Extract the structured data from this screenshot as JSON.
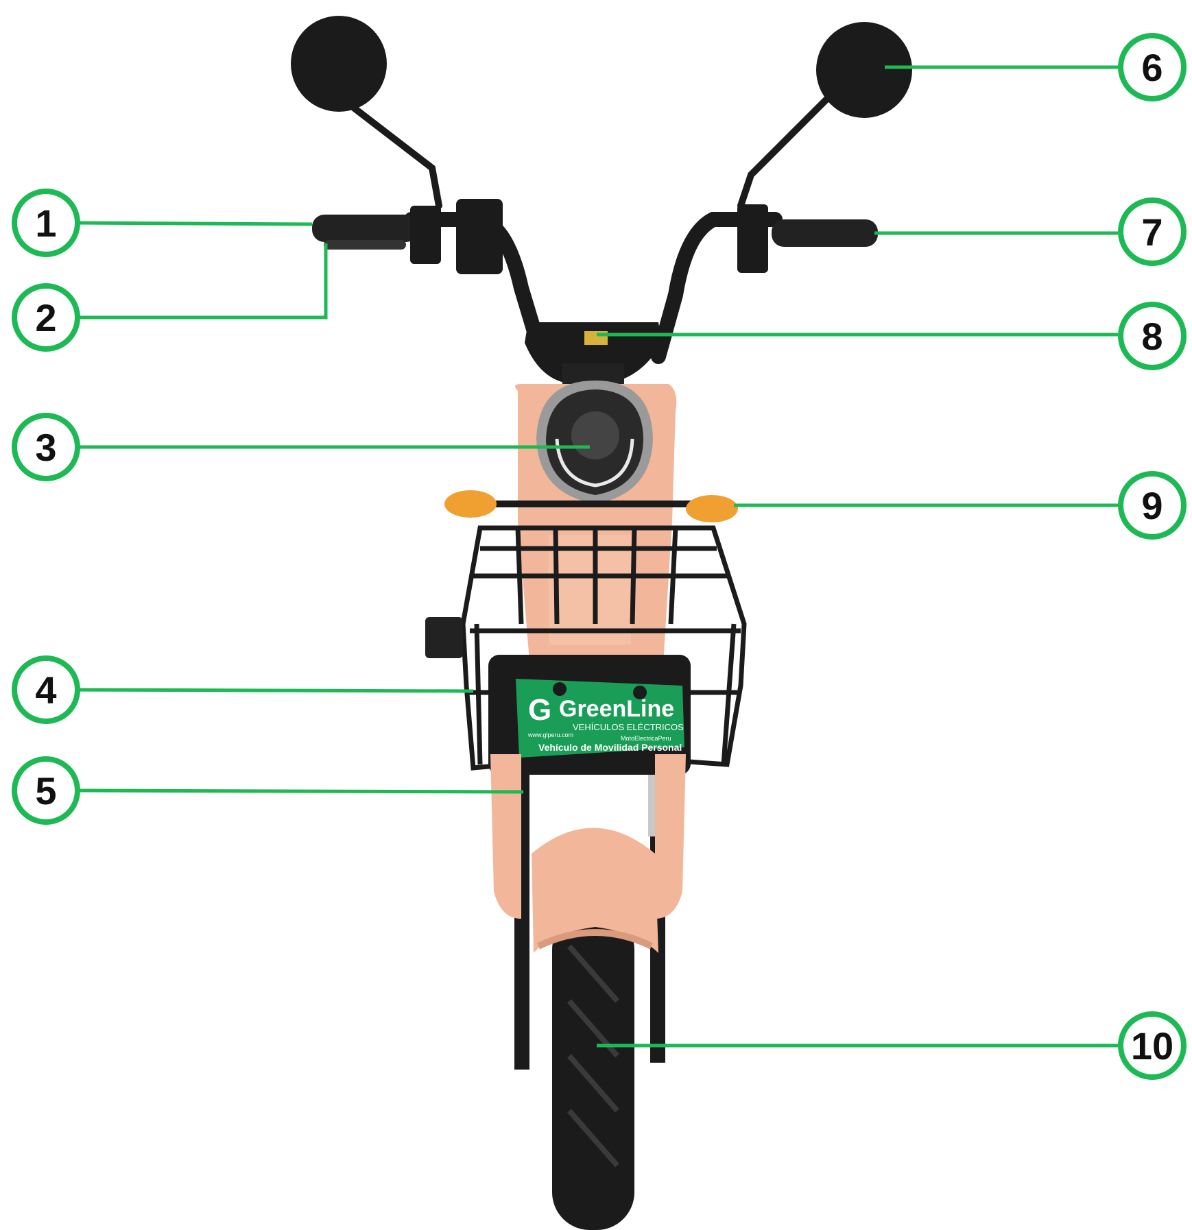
{
  "colors": {
    "callout": "#1db954",
    "body": "#f2b79a",
    "body_shadow": "#d99a7d",
    "dark": "#1b1b1b",
    "amber": "#f0a030",
    "plate_green": "#1a9e57"
  },
  "callouts": [
    {
      "number": "1"
    },
    {
      "number": "2"
    },
    {
      "number": "3"
    },
    {
      "number": "4"
    },
    {
      "number": "5"
    },
    {
      "number": "6"
    },
    {
      "number": "7"
    },
    {
      "number": "8"
    },
    {
      "number": "9"
    },
    {
      "number": "10"
    }
  ],
  "plate": {
    "brand": "GreenLine",
    "subtitle": "VEHÍCULOS ELÉCTRICOS",
    "website": "www.glperu.com",
    "social": "MotoElectricaPeru",
    "caption": "Vehículo de Movilidad Personal"
  }
}
